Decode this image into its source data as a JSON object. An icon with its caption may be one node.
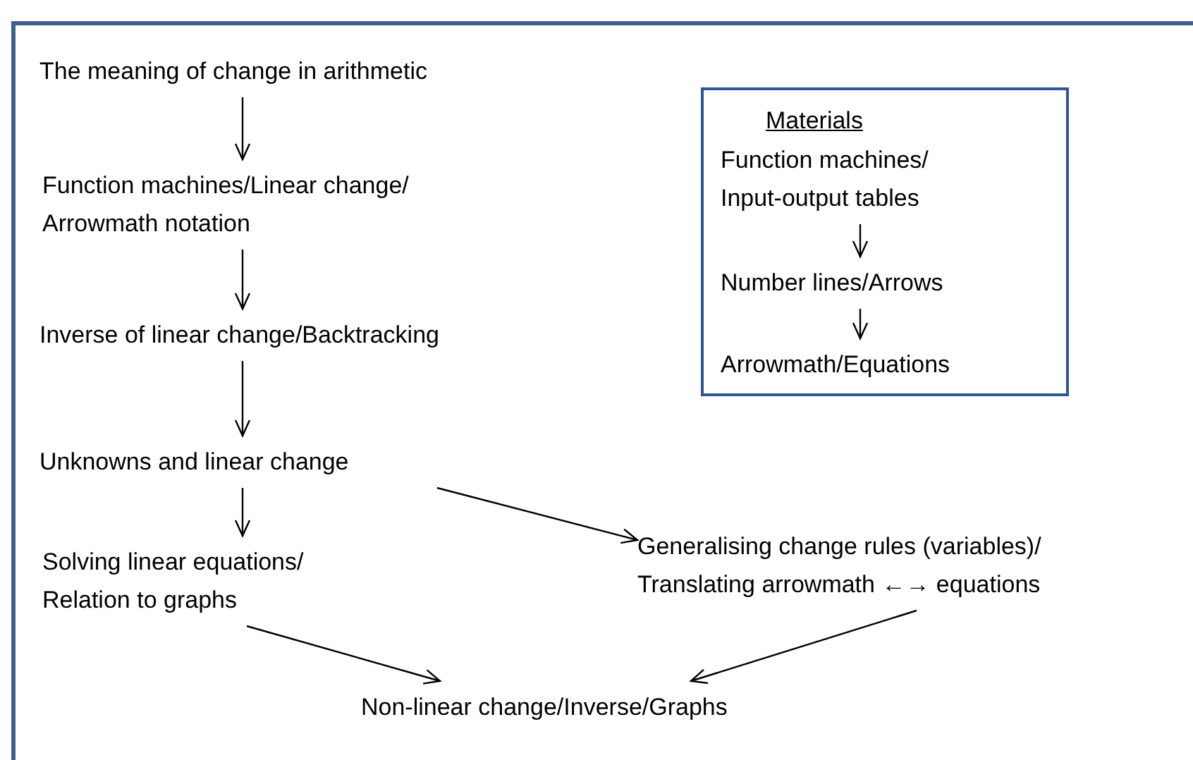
{
  "diagram": {
    "nodes": [
      {
        "text": [
          "The meaning of change in arithmetic"
        ]
      },
      {
        "text": [
          "Function machines/Linear change/ Arrowmath notation"
        ]
      },
      {
        "text": [
          "Inverse of linear change/Backtracking"
        ]
      },
      {
        "text": [
          "Unknowns and linear change"
        ]
      },
      {
        "text": [
          "Solving linear equations/ Relation to graphs"
        ]
      },
      {
        "text": [
          "Generalising change rules (variables)/ Translating arrowmath ←→ equations"
        ]
      },
      {
        "text": [
          "Non-linear change/Inverse/Graphs"
        ]
      },
      {
        "text": [
          "Materials"
        ]
      },
      {
        "text": [
          "Function machines/ Input-output tables"
        ],
        "in": 7
      },
      {
        "text": [
          "Number lines/Arrows"
        ],
        "in": 7
      },
      {
        "text": [
          "Arrowmath/Equations"
        ],
        "in": 7
      }
    ],
    "edges": [
      {
        "from": 0,
        "to": 1,
        "arrow": "to"
      },
      {
        "from": 1,
        "to": 2,
        "arrow": "to"
      },
      {
        "from": 2,
        "to": 3,
        "arrow": "to"
      },
      {
        "from": 3,
        "to": 4,
        "arrow": "to"
      },
      {
        "from": 3,
        "to": 5,
        "arrow": "to"
      },
      {
        "from": 4,
        "to": 6,
        "arrow": "to"
      },
      {
        "from": 5,
        "to": 6,
        "arrow": "to"
      },
      {
        "from": 8,
        "to": 9,
        "arrow": "to"
      },
      {
        "from": 9,
        "to": 10,
        "arrow": "to"
      }
    ]
  }
}
